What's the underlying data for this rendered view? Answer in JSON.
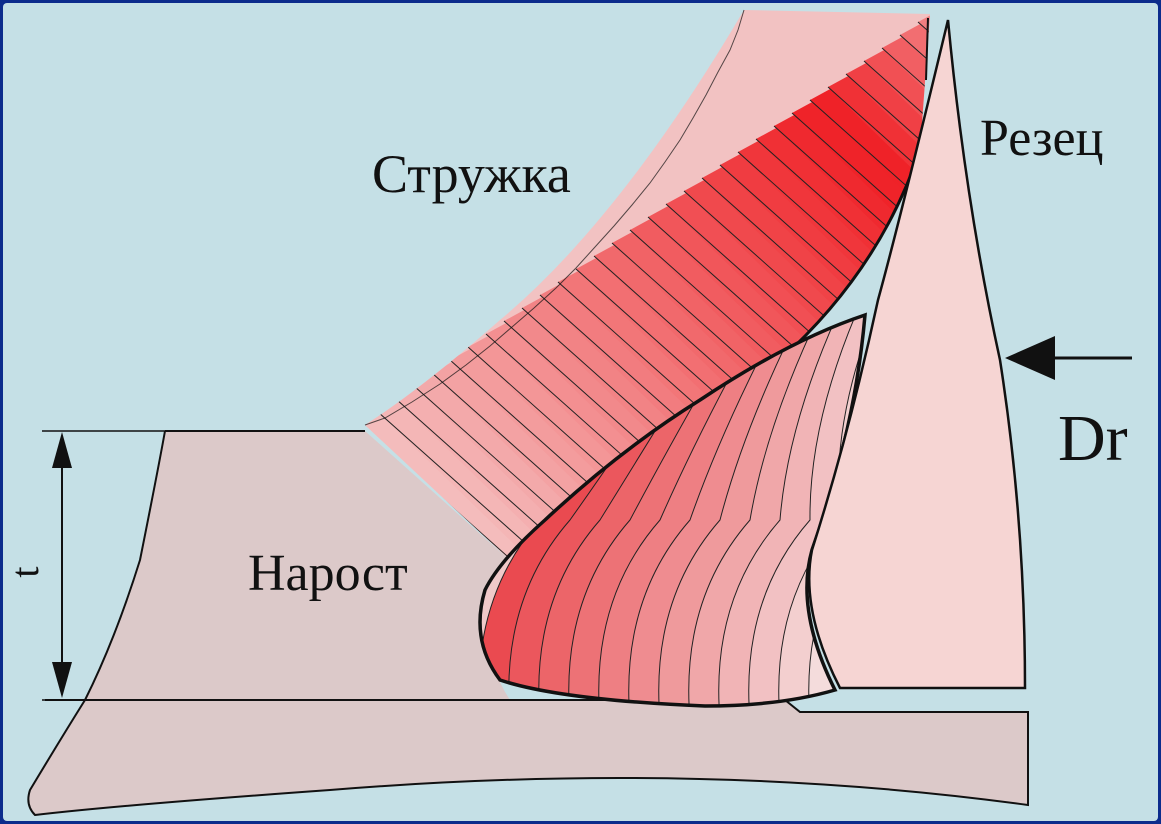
{
  "labels": {
    "chip": "Стружка",
    "cutter": "Резец",
    "built_up_edge": "Нарост",
    "force": "Dr",
    "depth": "t"
  },
  "colors": {
    "frame": "#0c2c8c",
    "background": "#c5e0e6",
    "workpiece": "#dcc9c9",
    "cutter": "#f6d5d3",
    "chip_dark": "#ef1e24",
    "chip_light": "#f4bcbc",
    "outline": "#111111"
  }
}
